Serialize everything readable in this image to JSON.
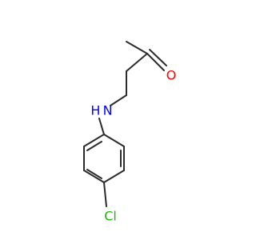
{
  "molecule": {
    "atom_labels": {
      "oxygen": "O",
      "nitrogen": "H N",
      "chlorine": "Cl"
    },
    "colors": {
      "bond": "#2b2b2b",
      "oxygen": "#ff0000",
      "nitrogen": "#0000ff",
      "chlorine": "#1fb800"
    }
  }
}
